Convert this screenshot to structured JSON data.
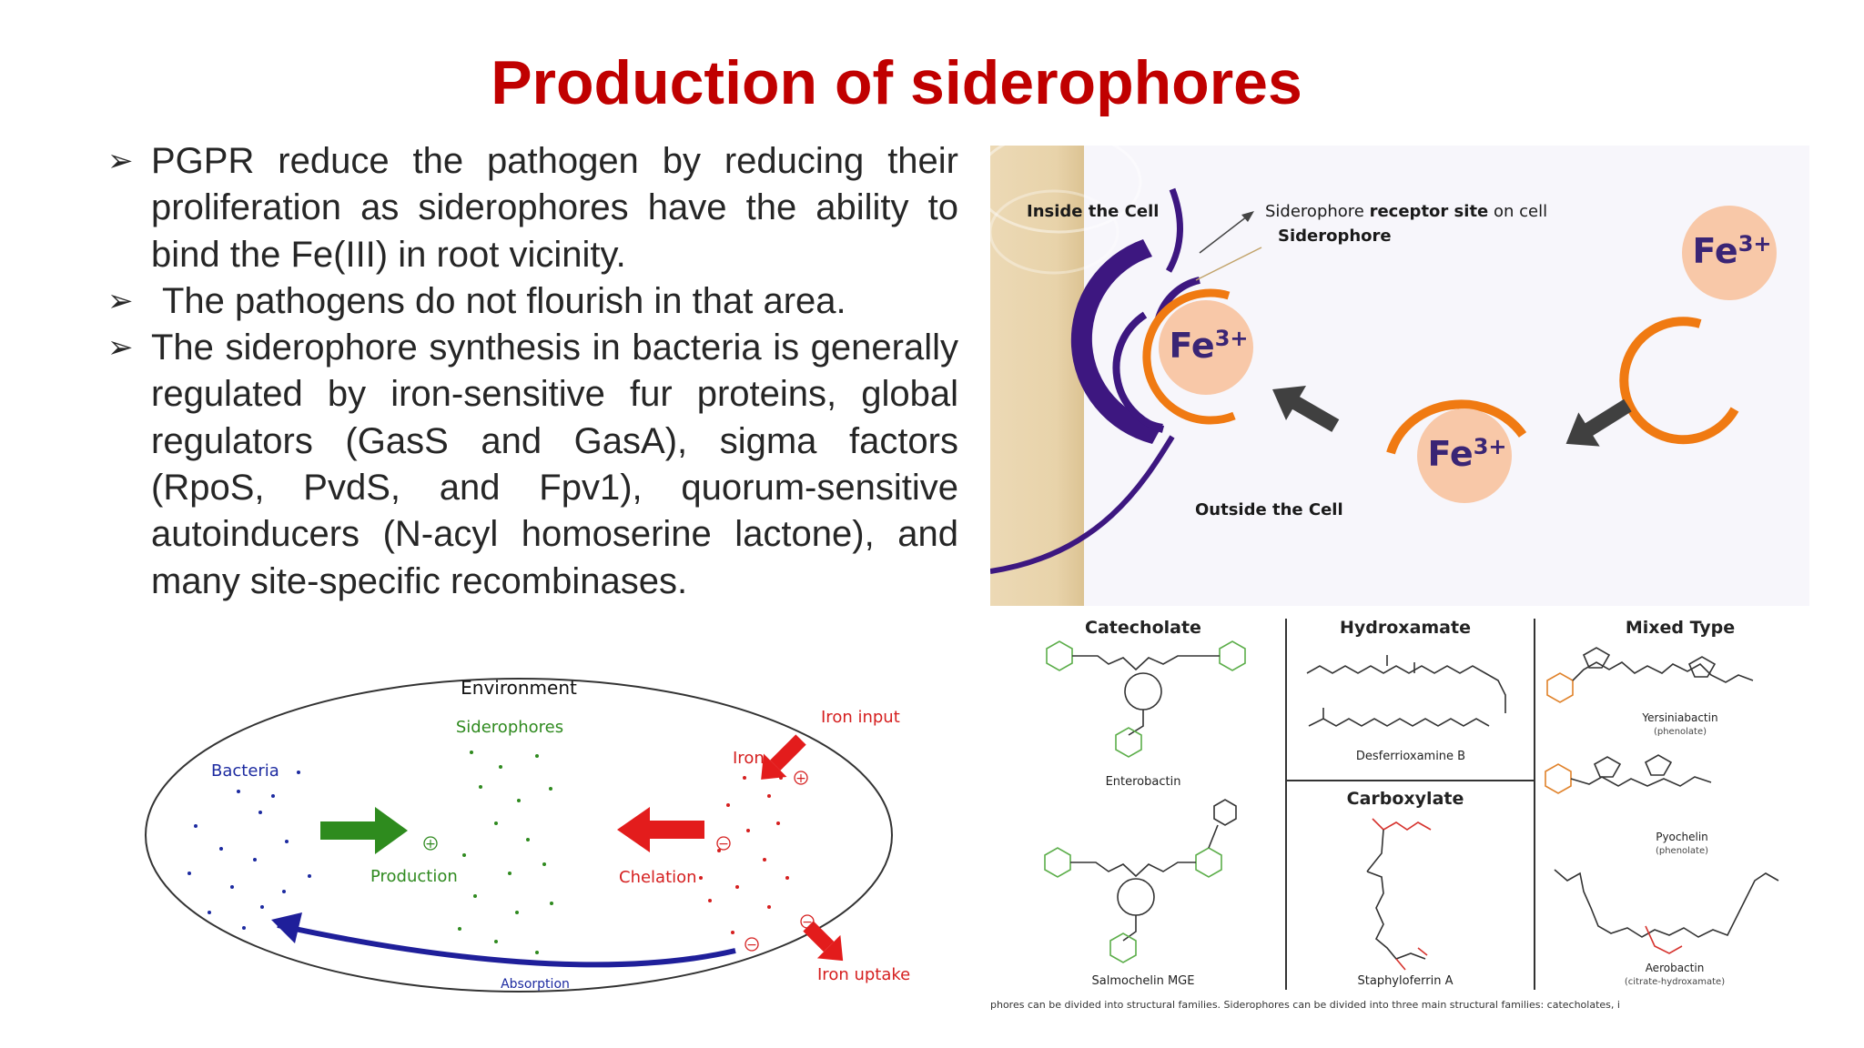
{
  "slide": {
    "title": "Production of siderophores",
    "bullets": [
      "PGPR reduce the pathogen by reducing their proliferation as siderophores have the ability to bind the Fe(III) in root vicinity.",
      "The pathogens do not flourish in that area.",
      "The siderophore synthesis in bacteria is generally regulated by iron-sensitive fur proteins, global regulators (GasS and GasA), sigma factors (RpoS, PvdS, and Fpv1), quorum-sensitive autoinducers (N-acyl homoserine lactone), and many site-specific recombinases."
    ]
  },
  "cell_figure": {
    "inside_label": "Inside the Cell",
    "outside_label": "Outside the Cell",
    "receptor_label_pre": "Siderophore ",
    "receptor_label_bold": "receptor site",
    "receptor_label_post": " on cell",
    "siderophore_label": "Siderophore",
    "iron_label": "Fe",
    "iron_charge": "3+",
    "colors": {
      "membrane": "#3d1780",
      "siderophore": "#f07a12",
      "iron": "#f8c8a8",
      "arrow": "#404040"
    }
  },
  "environment_figure": {
    "environment_label": "Environment",
    "siderophores_label": "Siderophores",
    "bacteria_label": "Bacteria",
    "iron_label": "Iron",
    "iron_input_label": "Iron input",
    "iron_uptake_label": "Iron uptake",
    "production_label": "Production",
    "chelation_label": "Chelation",
    "absorption_label": "Absorption",
    "plus_sign": "+",
    "minus_sign": "−",
    "colors": {
      "bacteria": "#1c2aa0",
      "siderophores": "#2f8a1f",
      "iron": "#d51f1f"
    }
  },
  "structures_figure": {
    "headers": [
      "Catecholate",
      "Hydroxamate",
      "Mixed Type",
      "Carboxylate"
    ],
    "compounds": [
      {
        "name": "Enterobactin",
        "note": ""
      },
      {
        "name": "Salmochelin MGE",
        "note": ""
      },
      {
        "name": "Desferrioxamine B",
        "note": ""
      },
      {
        "name": "Staphyloferrin A",
        "note": ""
      },
      {
        "name": "Yersiniabactin",
        "note": "(phenolate)"
      },
      {
        "name": "Pyochelin",
        "note": "(phenolate)"
      },
      {
        "name": "Aerobactin",
        "note": "(citrate-hydroxamate)"
      }
    ],
    "caption": "phores can be divided into structural families. Siderophores can be divided into three main structural families: catecholates, i"
  }
}
